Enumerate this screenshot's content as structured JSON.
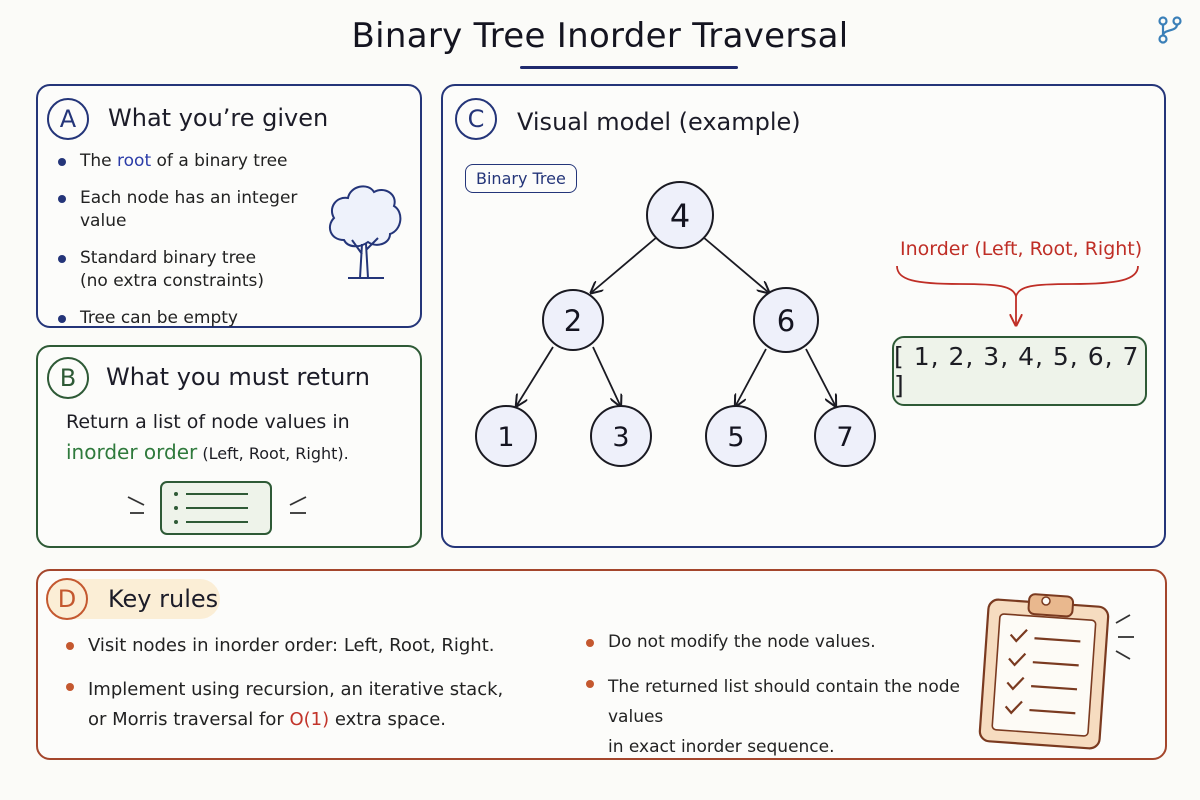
{
  "title": "Binary Tree Inorder Traversal",
  "panel_a": {
    "badge": "A",
    "title": "What you’re given",
    "items": [
      {
        "pre": "The ",
        "hl": "root",
        "post": " of a binary tree"
      },
      {
        "text": "Each node has an integer value"
      },
      {
        "line1": "Standard binary tree",
        "line2": "(no extra constraints)"
      },
      {
        "text": "Tree can be empty"
      }
    ]
  },
  "panel_b": {
    "badge": "B",
    "title": "What you must return",
    "line1": "Return a list of node values in",
    "hl": "inorder order",
    "rest": " (Left, Root, Right)."
  },
  "panel_c": {
    "badge": "C",
    "title": "Visual model (example)",
    "tag": "Binary Tree",
    "nodes": {
      "root": "4",
      "left": "2",
      "right": "6",
      "left_left": "1",
      "left_right": "3",
      "right_left": "5",
      "right_right": "7"
    },
    "inorder_label": "Inorder (Left, Root, Right)",
    "result": "[ 1, 2, 3, 4, 5, 6, 7 ]"
  },
  "panel_d": {
    "badge": "D",
    "title": "Key rules",
    "left_items": [
      {
        "text": "Visit nodes in inorder order: Left, Root, Right."
      },
      {
        "line1": "Implement using recursion, an iterative stack,",
        "line2_pre": "or Morris traversal for ",
        "line2_hl": "O(1)",
        "line2_post": " extra space."
      }
    ],
    "right_items": [
      {
        "text": "Do not modify the node values."
      },
      {
        "line1": "The returned list should contain the node values",
        "line2": "in exact inorder sequence."
      }
    ]
  },
  "colors": {
    "navy": "#243579",
    "green": "#2e5a36",
    "rust": "#a4462c",
    "red": "#bf2e26",
    "node_fill": "#eef0fa"
  }
}
